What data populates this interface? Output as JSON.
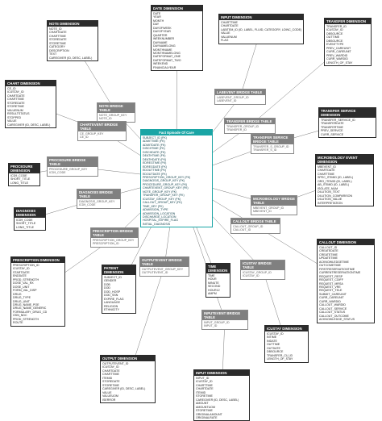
{
  "tables": [
    {
      "id": "note_dim",
      "title": "NOTE DIMENSION",
      "type": "dim",
      "rows": [
        "NOTE_ID",
        "CHARTDATE",
        "CHARTTIME",
        "STOREDATE",
        "STORETIME",
        "CATEGORY",
        "DESCRIPTION",
        "TEXT",
        "CAREGIVER (ID, DESC, LABEL)"
      ]
    },
    {
      "id": "date_dim",
      "title": "DATE DIMENSION",
      "type": "dim",
      "rows": [
        "DATE",
        "YEAR",
        "MONTH",
        "DAY",
        "DAYOFWEEK",
        "DAYOFYEAR",
        "QUARTER",
        "WEEKNUMBER",
        "DAYNAME",
        "DAYNAMELONG",
        "MONTHNAME",
        "MONTHNAMELONG",
        "DATEFORMAT_ONE",
        "DATEFORMAT_TWO",
        "WEEKEND",
        "FINANCIALYEAR"
      ]
    },
    {
      "id": "input_dim_top",
      "title": "INPUT DIMENSION",
      "type": "dim",
      "rows": [
        "CHARTTIME",
        "CHARTDATE",
        "LABITEM_ID (ID, LABEL, FLUID, CATEGORY, LOINC_CODE)",
        "VALUE",
        "VALUENUM",
        "FLAG"
      ]
    },
    {
      "id": "transfer_dim",
      "title": "TRANSFER DIMENSION",
      "type": "dim",
      "rows": [
        "TRANSFER_ID",
        "ICUSTAY_ID",
        "DBSOURCE",
        "OUTTIME",
        "DBSOURCE",
        "EVENTTYPE",
        "PREV_CAREUNIT",
        "CURR_CAREUNIT",
        "PREV_WARDID",
        "CURR_WARDID",
        "LENGTH_OF_STAY"
      ]
    },
    {
      "id": "chart_dim",
      "title": "CHART DIMENSION",
      "type": "dim",
      "rows": [
        "CE_ID",
        "ICUSTAY_ID",
        "CHARTDATE",
        "CHARTTIME",
        "STOREDATE",
        "STORETIME",
        "VALUENUM",
        "RESULTSTATUS",
        "STOPPED",
        "VALUE",
        "CAREGIVER (ID, DESC, LABEL)"
      ]
    },
    {
      "id": "note_bridge",
      "title": "NOTE BRIDGE TABLE",
      "type": "bridge",
      "rows": [
        "NOTE_GROUP_KEY",
        "NOTE_ID"
      ]
    },
    {
      "id": "labevent_bridge",
      "title": "LABEVENT BRIDGE TABLE",
      "type": "bridge",
      "rows": [
        "LABEVENT_GROUP_ID",
        "LABEVENT_ID"
      ]
    },
    {
      "id": "transfer_bridge",
      "title": "TRANSFER BRIDGE TABLE",
      "type": "bridge",
      "rows": [
        "TRANSFER_GROUP_ID",
        "TRANSFER_ID"
      ]
    },
    {
      "id": "transfer_service_dim",
      "title": "TRANSFER SERVICE DIMENSION",
      "type": "dim",
      "rows": [
        "TRANSFER_SERVICE_ID",
        "TRANSFERDATE",
        "TRANSFERTIME",
        "PREV_SERVICE",
        "CURR_SERVICE"
      ]
    },
    {
      "id": "chartevent_bridge",
      "title": "CHARTEVENT BRIDGE TABLE",
      "type": "bridge",
      "rows": [
        "CE_GROUP_KEY",
        "CE_ID"
      ]
    },
    {
      "id": "fact",
      "title": "Fact Episode Of Care",
      "type": "fact",
      "rows": [
        "SUBJECT_ID (FK)",
        "ADMITTIME (FK)",
        "ADMITDATE (FK)",
        "DISCHTIME (FK)",
        "DISCHDATE (FK)",
        "DEATHTIME (FK)",
        "DEATHDATE (FK)",
        "EDREGTIME (FK)",
        "EDREGDATE (FK)",
        "EDOUTTIME (FK)",
        "EDOUTDATE (FK)",
        "PRESCRIPTION_GROUP_KEY (FK)",
        "DIAGNOSIS_GROUP_KEY (FK)",
        "PROCEDURE_GROUP_KEY (FK)",
        "CHARTEVENT_GROUP_KEY (FK)",
        "NOTE_GROUP_KEY (FK)",
        "TRANSFER_GROUP_KEY (FK)",
        "ICUSTAY_GROUP_KEY (FK)",
        "CALLOUT_GROUP_KEY (FK)",
        "TIME_KEY (FK)",
        "ADMISSION_TYPE",
        "ADMISSION_LOCATION",
        "DISCHARGE_LOCATION",
        "HOSPITAL_EXPIRE_FLAG",
        "INITIAL_DIAGNOSIS"
      ]
    },
    {
      "id": "transfer_service_bridge",
      "title": "TRANSFER SERVICE BRIDGE TABLE",
      "type": "bridge",
      "rows": [
        "TRANSFER_S_GROUP_ID",
        "TRANSFER_S_ID"
      ]
    },
    {
      "id": "micro_event_dim",
      "title": "MICROBIOLOGY EVENT DIMENSION",
      "type": "dim",
      "rows": [
        "MBEVENT_ID",
        "CHARTDATE",
        "CHARTTIME",
        "SPEC_ITEMID (ID, LABEL)",
        "ORG_ITEMID (ID, LABEL)",
        "AB_ITEMID (ID, LABEL)",
        "ISOLATE_NUM",
        "DILUTION_TEXT",
        "DILUTION_COMPARISON",
        "DILUTION_VALUE",
        "INTERPRETATION"
      ]
    },
    {
      "id": "procedure_bridge",
      "title": "PROCEDURE BRIDGE TABLE",
      "type": "bridge",
      "rows": [
        "PROCEDURE_GROUP_KEY",
        "ICD9_CODE"
      ]
    },
    {
      "id": "procedure_dim",
      "title": "PROCEDURE DIMENSION",
      "type": "dim",
      "rows": [
        "ICD9_CODE",
        "SHORT_TITLE",
        "LONG_TITLE"
      ]
    },
    {
      "id": "micro_bridge",
      "title": "MICROBIOLOGY BRIDGE TABLE",
      "type": "bridge",
      "rows": [
        "MBEVENT_GROUP_ID",
        "MBEVENT_ID"
      ]
    },
    {
      "id": "diagnosis_bridge",
      "title": "DIAGNOSIS BRIDGE TABLE",
      "type": "bridge",
      "rows": [
        "DIAGNOSIS_GROUP_KEY",
        "ICD9_CODE"
      ]
    },
    {
      "id": "diagnosis_dim",
      "title": "DIAGNOSIS DIMENSION",
      "type": "dim",
      "rows": [
        "ICD9_CODE",
        "SHORT_TITLE",
        "LONG_TITLE"
      ]
    },
    {
      "id": "callout_bridge",
      "title": "CALLOUT BRIDGE TABLE",
      "type": "bridge",
      "rows": [
        "CALLOUT_GROUP_ID",
        "CALLOUT_ID"
      ]
    },
    {
      "id": "callout_dim",
      "title": "CALLOUT DIMENSION",
      "type": "dim",
      "rows": [
        "CALLOUT_ID",
        "CREATEDATE",
        "CREATETIME",
        "UPDATETIME",
        "ACKNOWLEDGETIME",
        "OUTCOMETIME",
        "FIRSTRESERVATIONTIME",
        "CURRENTRESERVATIONTIME",
        "REQUEST_RESP",
        "REQUEST_CDIFF",
        "REQUEST_MRSA",
        "REQUEST_VRE",
        "REQUEST_TELE",
        "SUBMIT_CAREUNIT",
        "CURR_CAREUNIT",
        "CURR_WARDID",
        "CALLOUT_WARDID",
        "CALLOUT_SERVICE",
        "CALLOUT_STATUS",
        "CALLOUT_OUTCOME",
        "ACKNOWLEDGE_STATUS"
      ]
    },
    {
      "id": "prescription_bridge",
      "title": "PRESCRIPTION BRIDGE TABLE",
      "type": "bridge",
      "rows": [
        "PRESCRIPTION_GROUP_KEY",
        "PRESCRIPTION_ID"
      ]
    },
    {
      "id": "prescription_dim",
      "title": "PRESCRIPTION DIMENSION",
      "type": "dim",
      "rows": [
        "PRESCRIPTION_ID",
        "ICUSTAY_ID",
        "STARTDATE",
        "ENDDATE",
        "PROD_STRENGTH",
        "DOSE_VAL_RX",
        "DOSE_UNIT",
        "FORM_VAL_DISP",
        "DRUG",
        "DRUG_TYPE",
        "DRUG_UNIT",
        "DRUG_NAME_POE",
        "DRUG_NAME_GENERIC",
        "FORMULARY_DRUG_CD",
        "GSN_NDC",
        "PROD_STRENGTH",
        "ROUTE"
      ]
    },
    {
      "id": "patient_dim",
      "title": "PATIENT DIMENSION",
      "type": "dim",
      "rows": [
        "SUBJECT_ID",
        "GENDER",
        "DOB",
        "DOD",
        "DOD_HOSP",
        "DOD_SSN",
        "EXPIRE_FLAG",
        "LANGUAGE",
        "RELIGION",
        "ETHNICITY"
      ]
    },
    {
      "id": "outputevent_bridge",
      "title": "OUTPUTEVENT BRIDGE TABLE",
      "type": "bridge",
      "rows": [
        "OUTPUTEVENT_GROUP_KEY",
        "OUTPUTEVENT_ID"
      ]
    },
    {
      "id": "time_dim",
      "title": "TIME DIMENSION",
      "type": "dim",
      "rows": [
        "TIME",
        "HOUR",
        "MINUTE",
        "SECOND",
        "HOUR12",
        "AMPM"
      ]
    },
    {
      "id": "icustay_bridge",
      "title": "ICUSTAY BRIDGE TABLE",
      "type": "bridge",
      "rows": [
        "ICUSTAY_GROUP_ID",
        "ICUSTAY_ID"
      ]
    },
    {
      "id": "inputevent_bridge",
      "title": "INPUTEVENT BRIDGE TABLE",
      "type": "bridge",
      "rows": [
        "INPUT_GROUP_ID",
        "INPUT_ID"
      ]
    },
    {
      "id": "icustay_dim",
      "title": "ICUSTAY DIMENSION",
      "type": "dim",
      "rows": [
        "ICUSTAY_ID",
        "INTIME",
        "INDATE",
        "OUTTIME",
        "OUTDATE",
        "DBSOURCE",
        "TRANSFER_CU_ID",
        "LENGTH_OF_STAY"
      ]
    },
    {
      "id": "output_dim",
      "title": "OUTPUT DIMENSION",
      "type": "dim",
      "rows": [
        "OUTPUTEVENT_ID",
        "ICUSTAY_ID",
        "CHARTDATE",
        "CHARTTIME",
        "ITEMID",
        "STOREDATE",
        "STORETIME",
        "CAREGIVER (ID, DESC, LABEL)",
        "VALUE",
        "VALUEUOM",
        "ISERROR"
      ]
    },
    {
      "id": "input_dim_bottom",
      "title": "INPUT DIMENSION",
      "type": "dim",
      "rows": [
        "INPUT_ID",
        "ICUSTAY_ID",
        "CHARTTIME",
        "CHARTDATE",
        "ITEMID",
        "STORETIME",
        "CAREGIVER (ID, DESC, LABEL)",
        "AMOUNT",
        "AMOUNTUOM",
        "STORETIME",
        "ORIGINALAMOUNT",
        "ORIGINALRATE"
      ]
    }
  ],
  "links": [
    [
      "note_bridge",
      "note_dim"
    ],
    [
      "note_bridge",
      "fact"
    ],
    [
      "date_dim",
      "fact"
    ],
    [
      "labevent_bridge",
      "input_dim_top"
    ],
    [
      "labevent_bridge",
      "fact"
    ],
    [
      "transfer_bridge",
      "transfer_dim"
    ],
    [
      "transfer_bridge",
      "fact"
    ],
    [
      "chartevent_bridge",
      "chart_dim"
    ],
    [
      "chartevent_bridge",
      "fact"
    ],
    [
      "transfer_service_bridge",
      "transfer_service_dim"
    ],
    [
      "transfer_service_bridge",
      "fact"
    ],
    [
      "procedure_bridge",
      "procedure_dim"
    ],
    [
      "procedure_bridge",
      "fact"
    ],
    [
      "micro_bridge",
      "micro_event_dim"
    ],
    [
      "micro_bridge",
      "fact"
    ],
    [
      "diagnosis_bridge",
      "diagnosis_dim"
    ],
    [
      "diagnosis_bridge",
      "fact"
    ],
    [
      "callout_bridge",
      "callout_dim"
    ],
    [
      "callout_bridge",
      "fact"
    ],
    [
      "prescription_bridge",
      "prescription_dim"
    ],
    [
      "prescription_bridge",
      "fact"
    ],
    [
      "patient_dim",
      "fact"
    ],
    [
      "outputevent_bridge",
      "output_dim"
    ],
    [
      "outputevent_bridge",
      "fact"
    ],
    [
      "time_dim",
      "fact"
    ],
    [
      "icustay_bridge",
      "icustay_dim"
    ],
    [
      "icustay_bridge",
      "fact"
    ],
    [
      "inputevent_bridge",
      "input_dim_bottom"
    ],
    [
      "inputevent_bridge",
      "fact"
    ]
  ]
}
